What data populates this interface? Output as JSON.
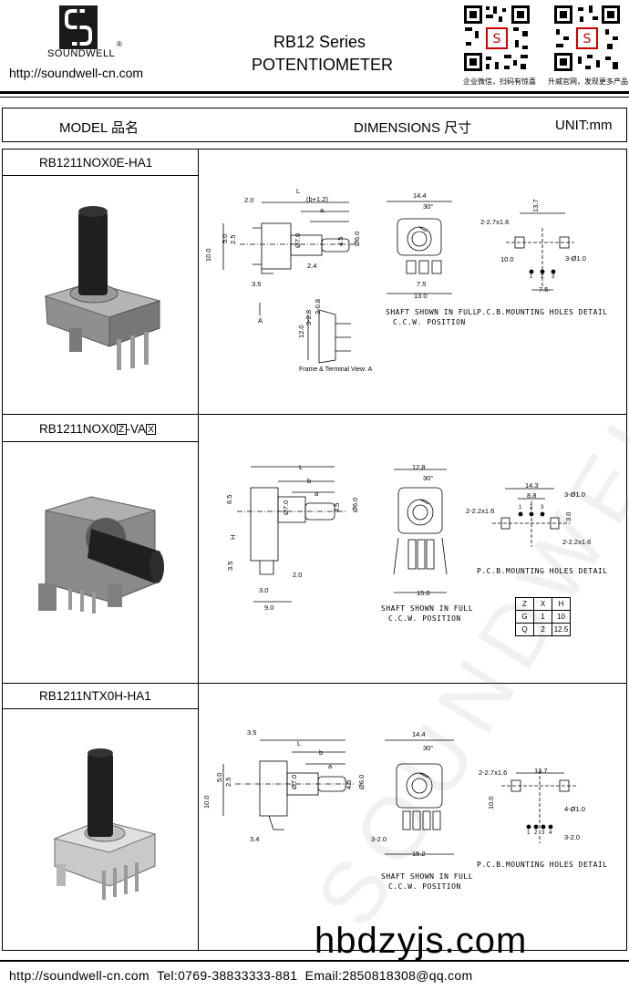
{
  "header": {
    "brand": "SOUNDWELL",
    "brand_mark": "®",
    "website": "http://soundwell-cn.com",
    "series": "RB12 Series",
    "product": "POTENTIOMETER",
    "qr_left_caption": "企业微信，扫码有惊喜",
    "qr_right_caption": "升威官网，发现更多产品"
  },
  "titlebar": {
    "model": "MODEL 品名",
    "dimensions": "DIMENSIONS 尺寸",
    "unit": "UNIT:mm"
  },
  "models": [
    {
      "label": "RB1211NOX0E-HA1"
    },
    {
      "label_pre": "RB1211NOX0",
      "box1": "Z",
      "label_mid": "-VA",
      "box2": "X"
    },
    {
      "label": "RB1211NTX0H-HA1"
    }
  ],
  "drawings": {
    "d1": {
      "dims": [
        "2.0",
        "L",
        "(b+1.2)",
        "a",
        "5.0",
        "2.5",
        "10.0",
        "Ø7.0",
        "4.5",
        "Ø6.0",
        "2.4",
        "3.5",
        "A",
        "14.4",
        "30°",
        "7.5",
        "13.0",
        "2-2.7x1.6",
        "13.7",
        "10.0",
        "3-Ø1.0",
        "7.5",
        "12.0",
        "3-2.8",
        "3-0.8"
      ],
      "terminal_view": "Frame & Terminal View: A",
      "shaft_caption": "SHAFT SHOWN IN FULL C.C.W. POSITION",
      "shaft_line1": "SHAFT SHOWN IN FULL",
      "shaft_line2": "C.C.W. POSITION",
      "pcb_caption": "P.C.B.MOUNTING HOLES DETAIL",
      "pins": [
        "1",
        "2",
        "3"
      ]
    },
    "d2": {
      "dims": [
        "L",
        "b",
        "a",
        "6.5",
        "H",
        "Ø7.0",
        "4.5",
        "Ø6.0",
        "3.5",
        "2.0",
        "3.0",
        "9.0",
        "12.8",
        "30°",
        "15.0",
        "14.3",
        "8.8",
        "3-Ø1.0",
        "2-2.2x1.6",
        "3.0",
        "2-2.2x1.6"
      ],
      "shaft_line1": "SHAFT SHOWN IN FULL",
      "shaft_line2": "C.C.W. POSITION",
      "pcb_caption": "P.C.B.MOUNTING HOLES DETAIL",
      "pins": [
        "1",
        "2",
        "3"
      ],
      "table": {
        "header": [
          "Z",
          "X",
          "H"
        ],
        "rows": [
          [
            "G",
            "1",
            "10"
          ],
          [
            "Q",
            "2",
            "12.5"
          ]
        ]
      }
    },
    "d3": {
      "dims": [
        "3.5",
        "L",
        "b",
        "a",
        "5.0",
        "2.5",
        "10.0",
        "Ø7.0",
        "4.5",
        "Ø6.0",
        "3.4",
        "14.4",
        "30°",
        "3-2.0",
        "15.2",
        "2-2.7x1.6",
        "13.7",
        "10.0",
        "4-Ø1.0",
        "3-2.0"
      ],
      "shaft_line1": "SHAFT SHOWN IN FULL",
      "shaft_line2": "C.C.W. POSITION",
      "pcb_caption": "P.C.B.MOUNTING HOLES DETAIL",
      "pins": [
        "1",
        "2",
        "3",
        "4"
      ]
    }
  },
  "watermark": "SOUNDWELL",
  "site_watermark": "hbdzyjs.com",
  "footer": "http://soundwell-cn.com  Tel:0769-38833333-881  Email:2850818308@qq.com",
  "colors": {
    "ink": "#000000",
    "housing": "#8a8a8a",
    "shaft": "#1c1c1c"
  }
}
